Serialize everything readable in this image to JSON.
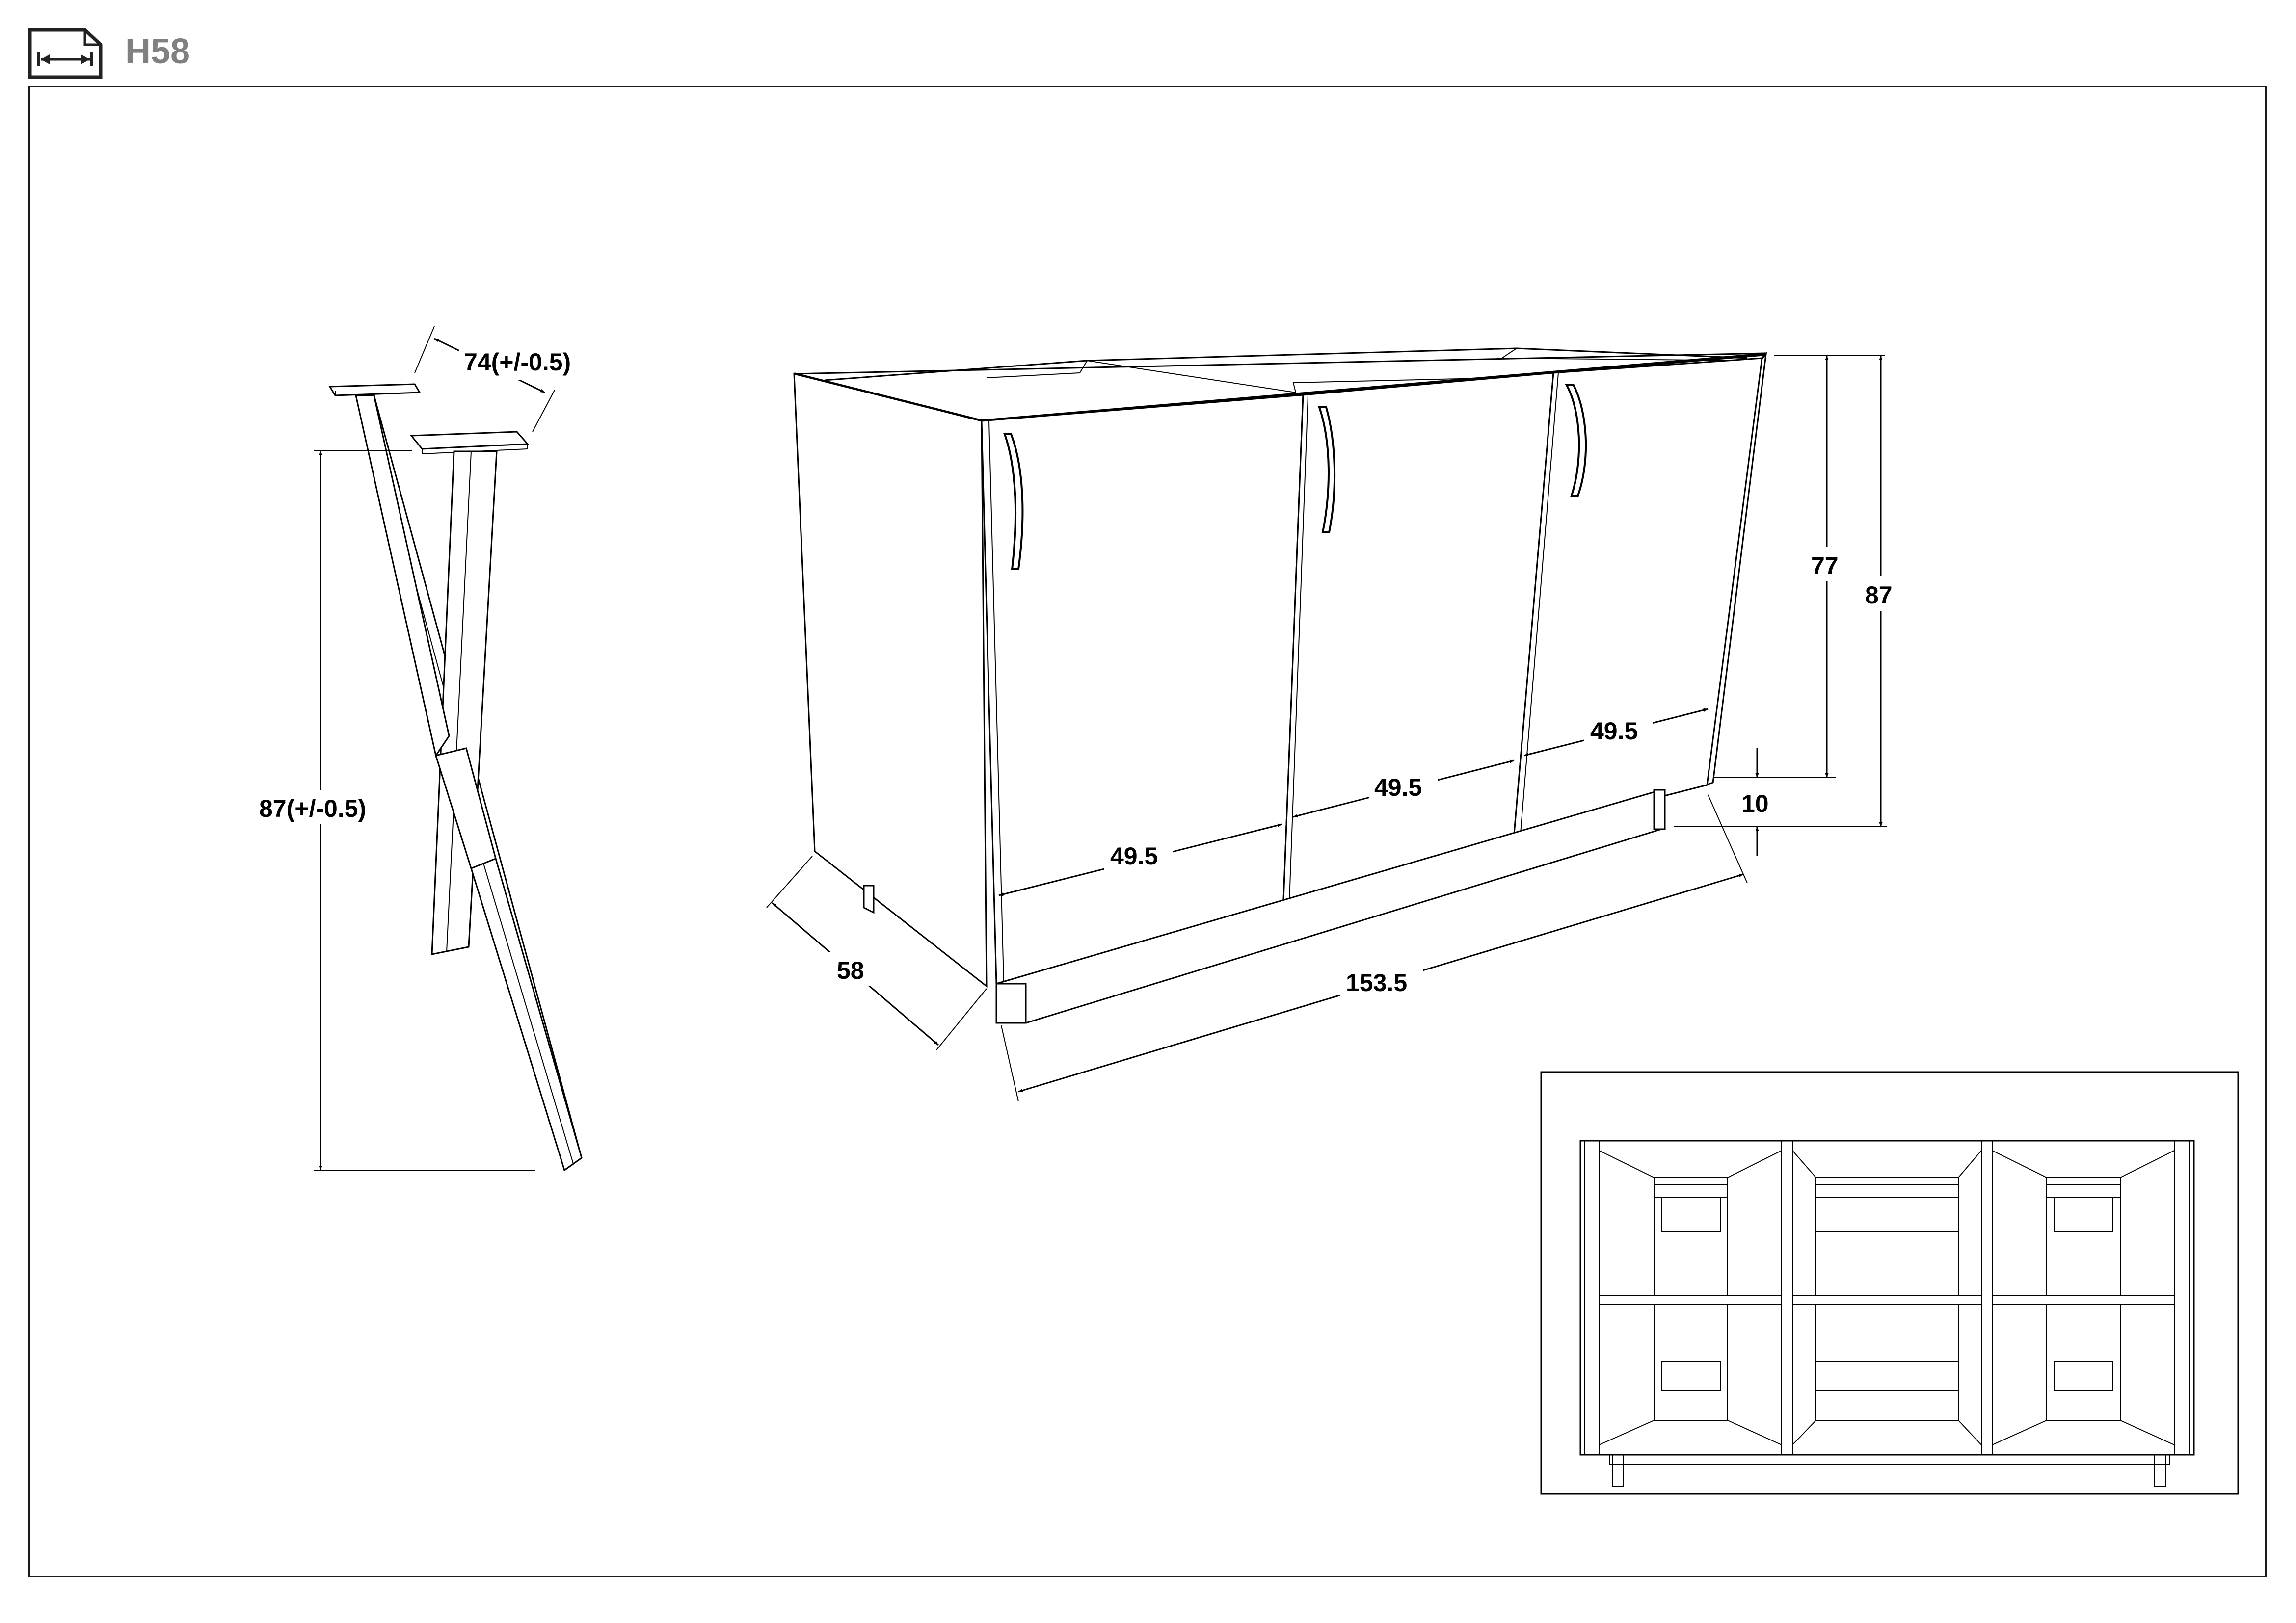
{
  "header": {
    "icon": "width-dimension-icon",
    "code": "H58"
  },
  "dimensions": {
    "leg_top_width": "74(+/-0.5)",
    "leg_height": "87(+/-0.5)",
    "door_width_left": "49.5",
    "door_width_middle": "49.5",
    "door_width_right": "49.5",
    "total_width": "153.5",
    "depth": "58",
    "body_height": "77",
    "total_height": "87",
    "plinth_height": "10"
  }
}
